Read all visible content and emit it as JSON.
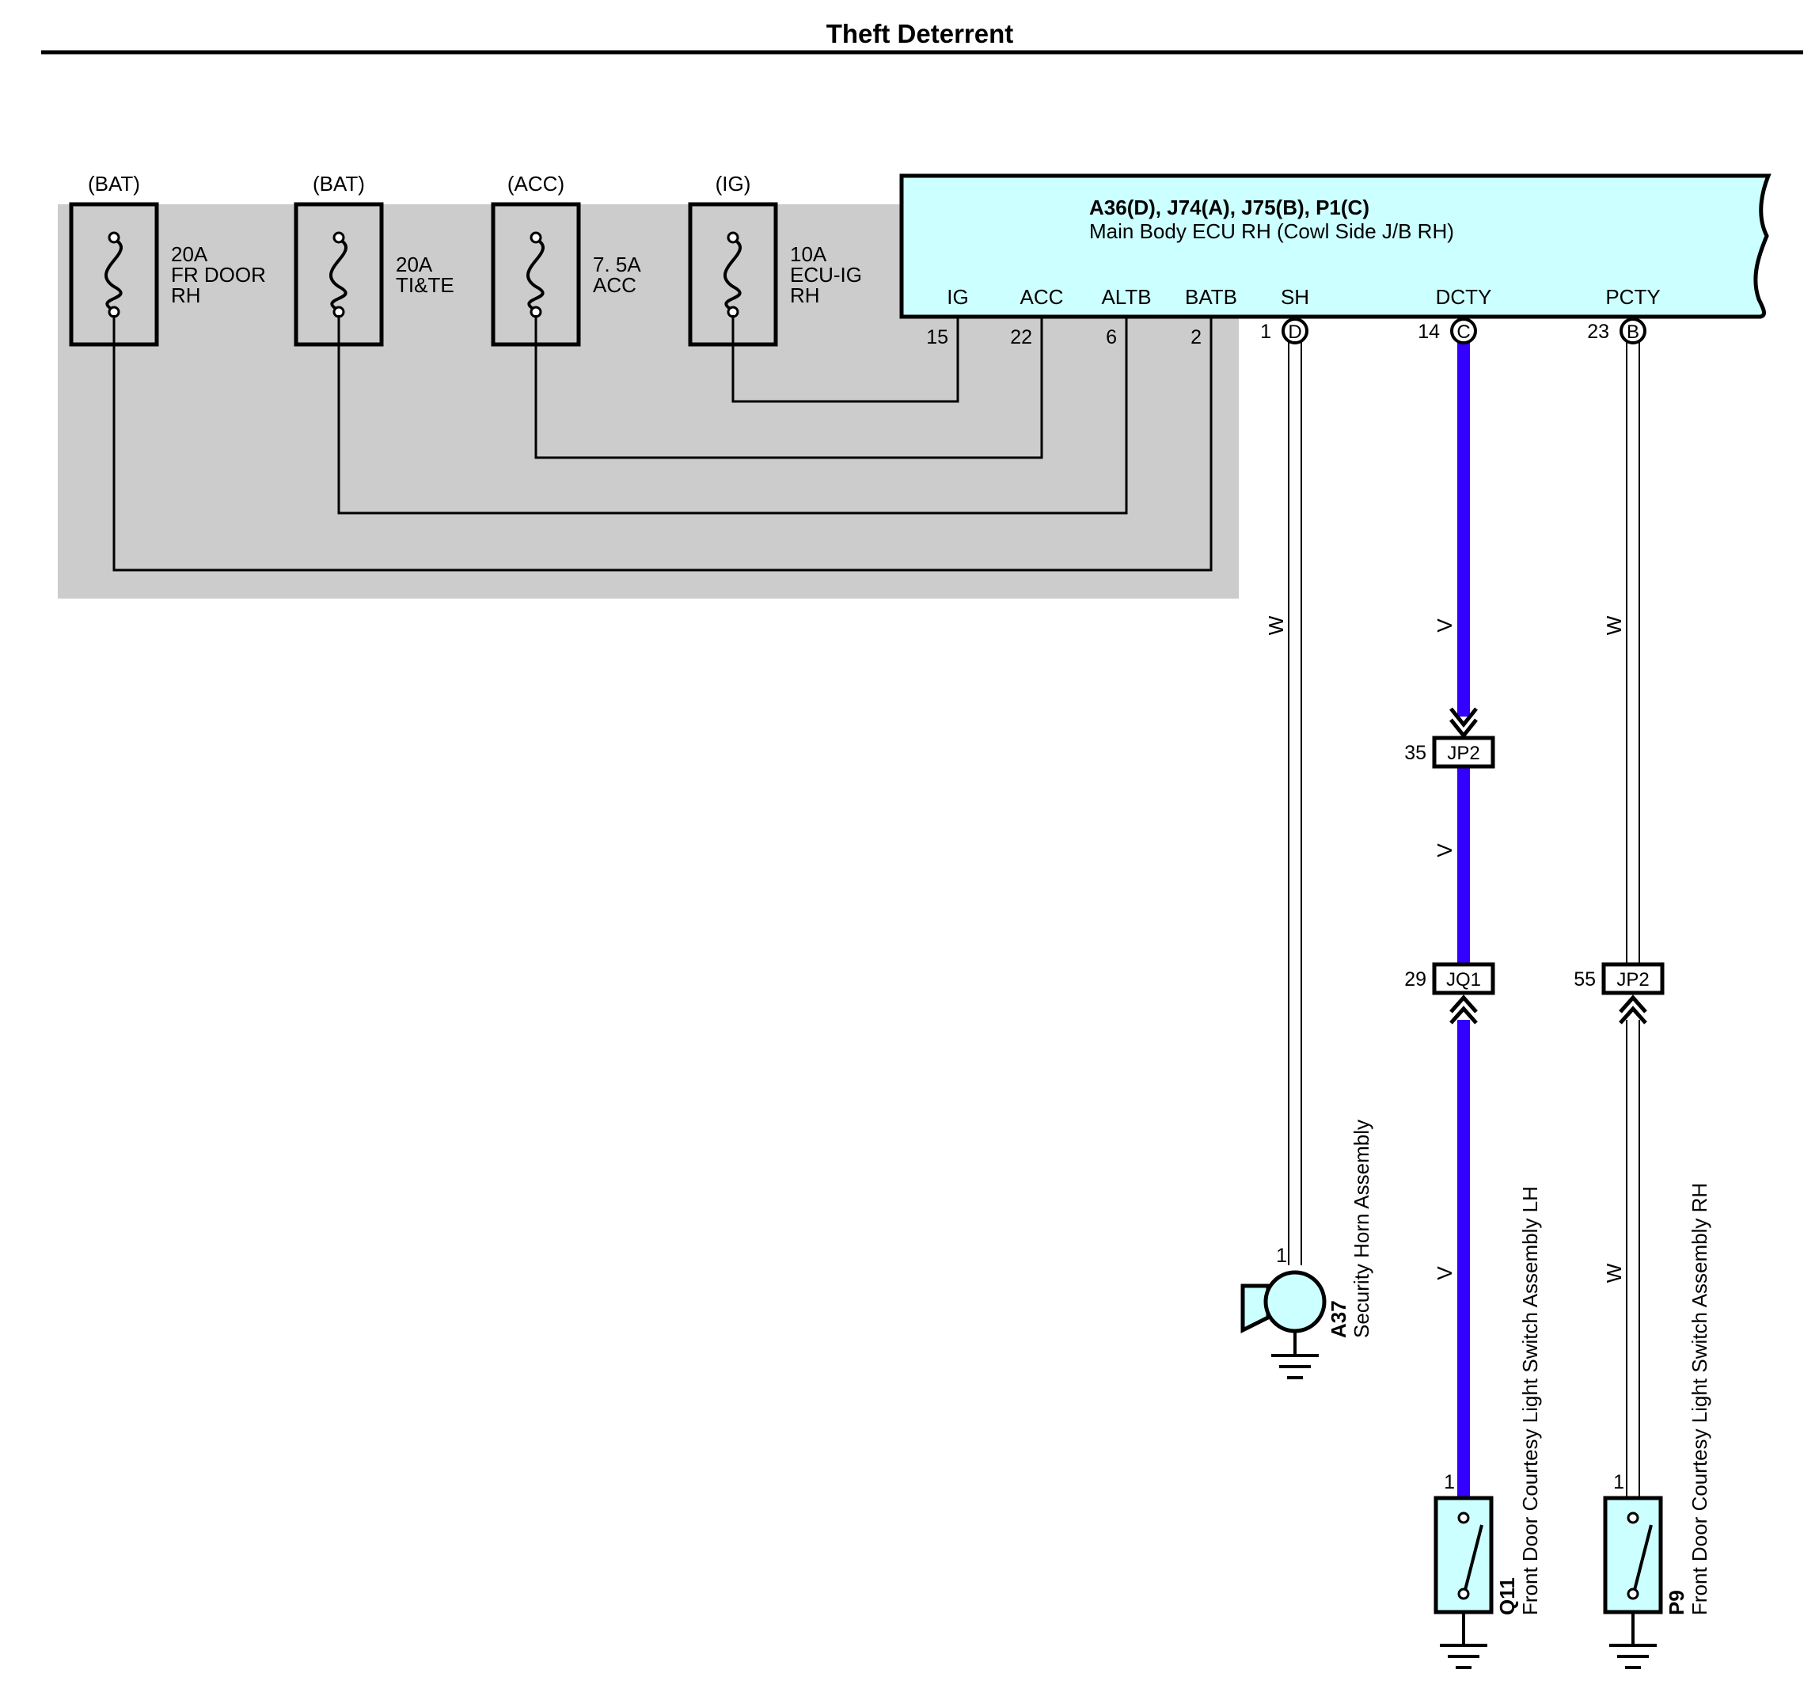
{
  "title": "Theft Deterrent",
  "colors": {
    "ecu_fill": "#ccffff",
    "jb_shade": "#cccccc",
    "purple_wire": "#3300ff",
    "outline": "#000000"
  },
  "fuses": [
    {
      "source": "(BAT)",
      "lines": [
        "20A",
        "FR DOOR",
        "RH"
      ]
    },
    {
      "source": "(BAT)",
      "lines": [
        "20A",
        "TI&TE"
      ]
    },
    {
      "source": "(ACC)",
      "lines": [
        "7. 5A",
        "ACC"
      ]
    },
    {
      "source": "(IG)",
      "lines": [
        "10A",
        "ECU-IG",
        "RH"
      ]
    }
  ],
  "ecu": {
    "connectors": "A36(D), J74(A), J75(B), P1(C)",
    "name": "Main Body ECU RH (Cowl Side J/B RH)",
    "terminals": [
      {
        "name": "IG",
        "pin": "15"
      },
      {
        "name": "ACC",
        "pin": "22"
      },
      {
        "name": "ALTB",
        "pin": "6"
      },
      {
        "name": "BATB",
        "pin": "2"
      },
      {
        "name": "SH",
        "pin": "1",
        "connector": "D"
      },
      {
        "name": "DCTY",
        "pin": "14",
        "connector": "C"
      },
      {
        "name": "PCTY",
        "pin": "23",
        "connector": "B"
      }
    ]
  },
  "wire_colors": {
    "sh": [
      "W"
    ],
    "dcty": [
      "V",
      "V",
      "V"
    ],
    "pcty": [
      "W",
      "W"
    ]
  },
  "junctions": [
    {
      "pin": "35",
      "name": "JP2"
    },
    {
      "pin": "29",
      "name": "JQ1"
    },
    {
      "pin": "55",
      "name": "JP2"
    }
  ],
  "components": [
    {
      "code": "A37",
      "name": "Security Horn Assembly",
      "pin": "1"
    },
    {
      "code": "Q11",
      "name": "Front Door Courtesy Light Switch Assembly LH",
      "pin": "1"
    },
    {
      "code": "P9",
      "name": "Front Door Courtesy Light Switch Assembly RH",
      "pin": "1"
    }
  ]
}
